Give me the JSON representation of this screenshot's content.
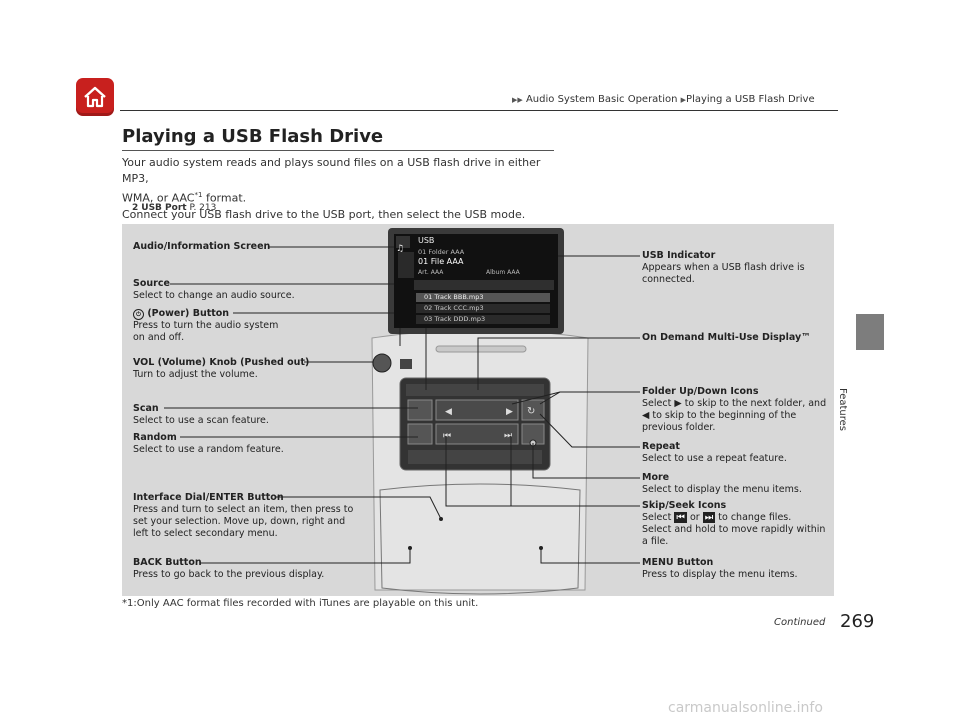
{
  "header": {
    "crumb_1": "Audio System Basic Operation",
    "crumb_2": "Playing a USB Flash Drive",
    "section_tab": "Features",
    "home_icon": "home-icon",
    "brand_color": "#c8201e"
  },
  "page": {
    "title": "Playing a USB Flash Drive",
    "para1_a": "Your audio system reads and plays sound files on a USB flash drive in either MP3,",
    "para1_b": "WMA, or AAC",
    "para1_sup": "*1",
    "para1_c": " format.",
    "para2": "Connect your USB flash drive to the USB port, then select the USB mode.",
    "ref_arrow": "2",
    "ref_label": "USB Port",
    "ref_page": " P. 213",
    "footnote": "*1:Only AAC format files recorded with iTunes are playable on this unit.",
    "continued": "Continued",
    "page_number": "269"
  },
  "figure": {
    "screen": {
      "title": "USB",
      "row1": "01 Folder AAA",
      "row2": "01 File AAA",
      "row3": "Art. AAA",
      "row3b": "Album AAA",
      "list1": "01 Track BBB.mp3",
      "list2": "02 Track CCC.mp3",
      "list3": "03 Track DDD.mp3"
    },
    "labels": {
      "audio_info": "Audio/Information Screen",
      "source_t": "Source",
      "source_d": "Select to change an audio source.",
      "power_t": "(Power) Button",
      "power_d": "Press to turn the audio system on and off.",
      "vol_t": "VOL (Volume) Knob (Pushed out)",
      "vol_d": "Turn to adjust the volume.",
      "scan_t": "Scan",
      "scan_d": "Select to use a scan feature.",
      "random_t": "Random",
      "random_d": "Select to use a random feature.",
      "dial_t": "Interface Dial/ENTER Button",
      "dial_d": "Press and turn to select an item, then press to set your selection. Move up, down, right and left to select secondary menu.",
      "back_t": "BACK Button",
      "back_d": "Press to go back to the previous display.",
      "usb_t": "USB Indicator",
      "usb_d": "Appears when a USB flash drive is connected.",
      "ondemand_t": "On Demand Multi-Use Display™",
      "folder_t": "Folder Up/Down Icons",
      "folder_d1": "Select",
      "folder_d2": "to skip to the next folder, and",
      "folder_d3": "to skip to the beginning of the previous folder.",
      "repeat_t": "Repeat",
      "repeat_d": "Select to use a repeat feature.",
      "more_t": "More",
      "more_d": "Select to display the menu items.",
      "skip_t": "Skip/Seek Icons",
      "skip_d1": "Select",
      "skip_d2": "or",
      "skip_d3": "to change files.",
      "skip_d4": "Select and hold to move rapidly within a file.",
      "menu_t": "MENU Button",
      "menu_d": "Press to display the menu items."
    }
  },
  "watermark": "carmanualsonline.info"
}
